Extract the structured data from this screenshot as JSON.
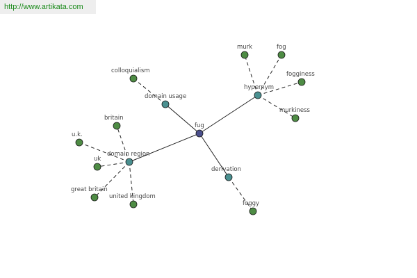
{
  "banner": {
    "url": "http://www.artikata.com"
  },
  "colors": {
    "root": "#4a4f8c",
    "relation": "#4a9090",
    "leaf": "#4e8c44"
  },
  "graph": {
    "root": "fug",
    "relations": [
      {
        "label": "domain usage",
        "words": [
          "colloquialism"
        ]
      },
      {
        "label": "hypernym",
        "words": [
          "murk",
          "fog",
          "fogginess",
          "murkiness"
        ]
      },
      {
        "label": "domain region",
        "words": [
          "britain",
          "u.k.",
          "uk",
          "great britain",
          "united kingdom"
        ]
      },
      {
        "label": "derivation",
        "words": [
          "foggy"
        ]
      }
    ]
  }
}
